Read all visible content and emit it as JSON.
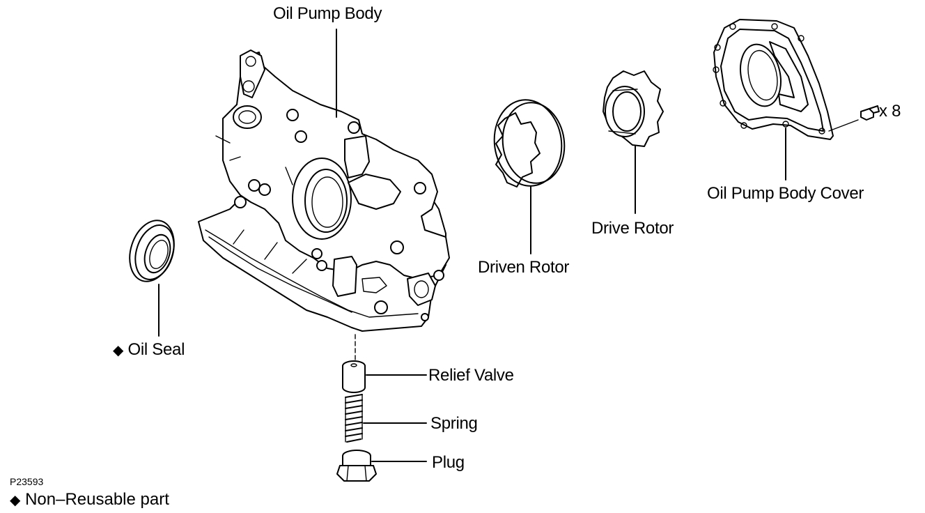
{
  "labels": {
    "oil_pump_body": "Oil Pump Body",
    "oil_pump_body_cover": "Oil Pump Body Cover",
    "bolt_quantity": "x 8",
    "drive_rotor": "Drive Rotor",
    "driven_rotor": "Driven Rotor",
    "oil_seal": "Oil Seal",
    "relief_valve": "Relief Valve",
    "spring": "Spring",
    "plug": "Plug"
  },
  "figure_code": "P23593",
  "legend": {
    "marker": "◆",
    "text": "Non–Reusable part"
  },
  "oil_seal_marker": "◆"
}
